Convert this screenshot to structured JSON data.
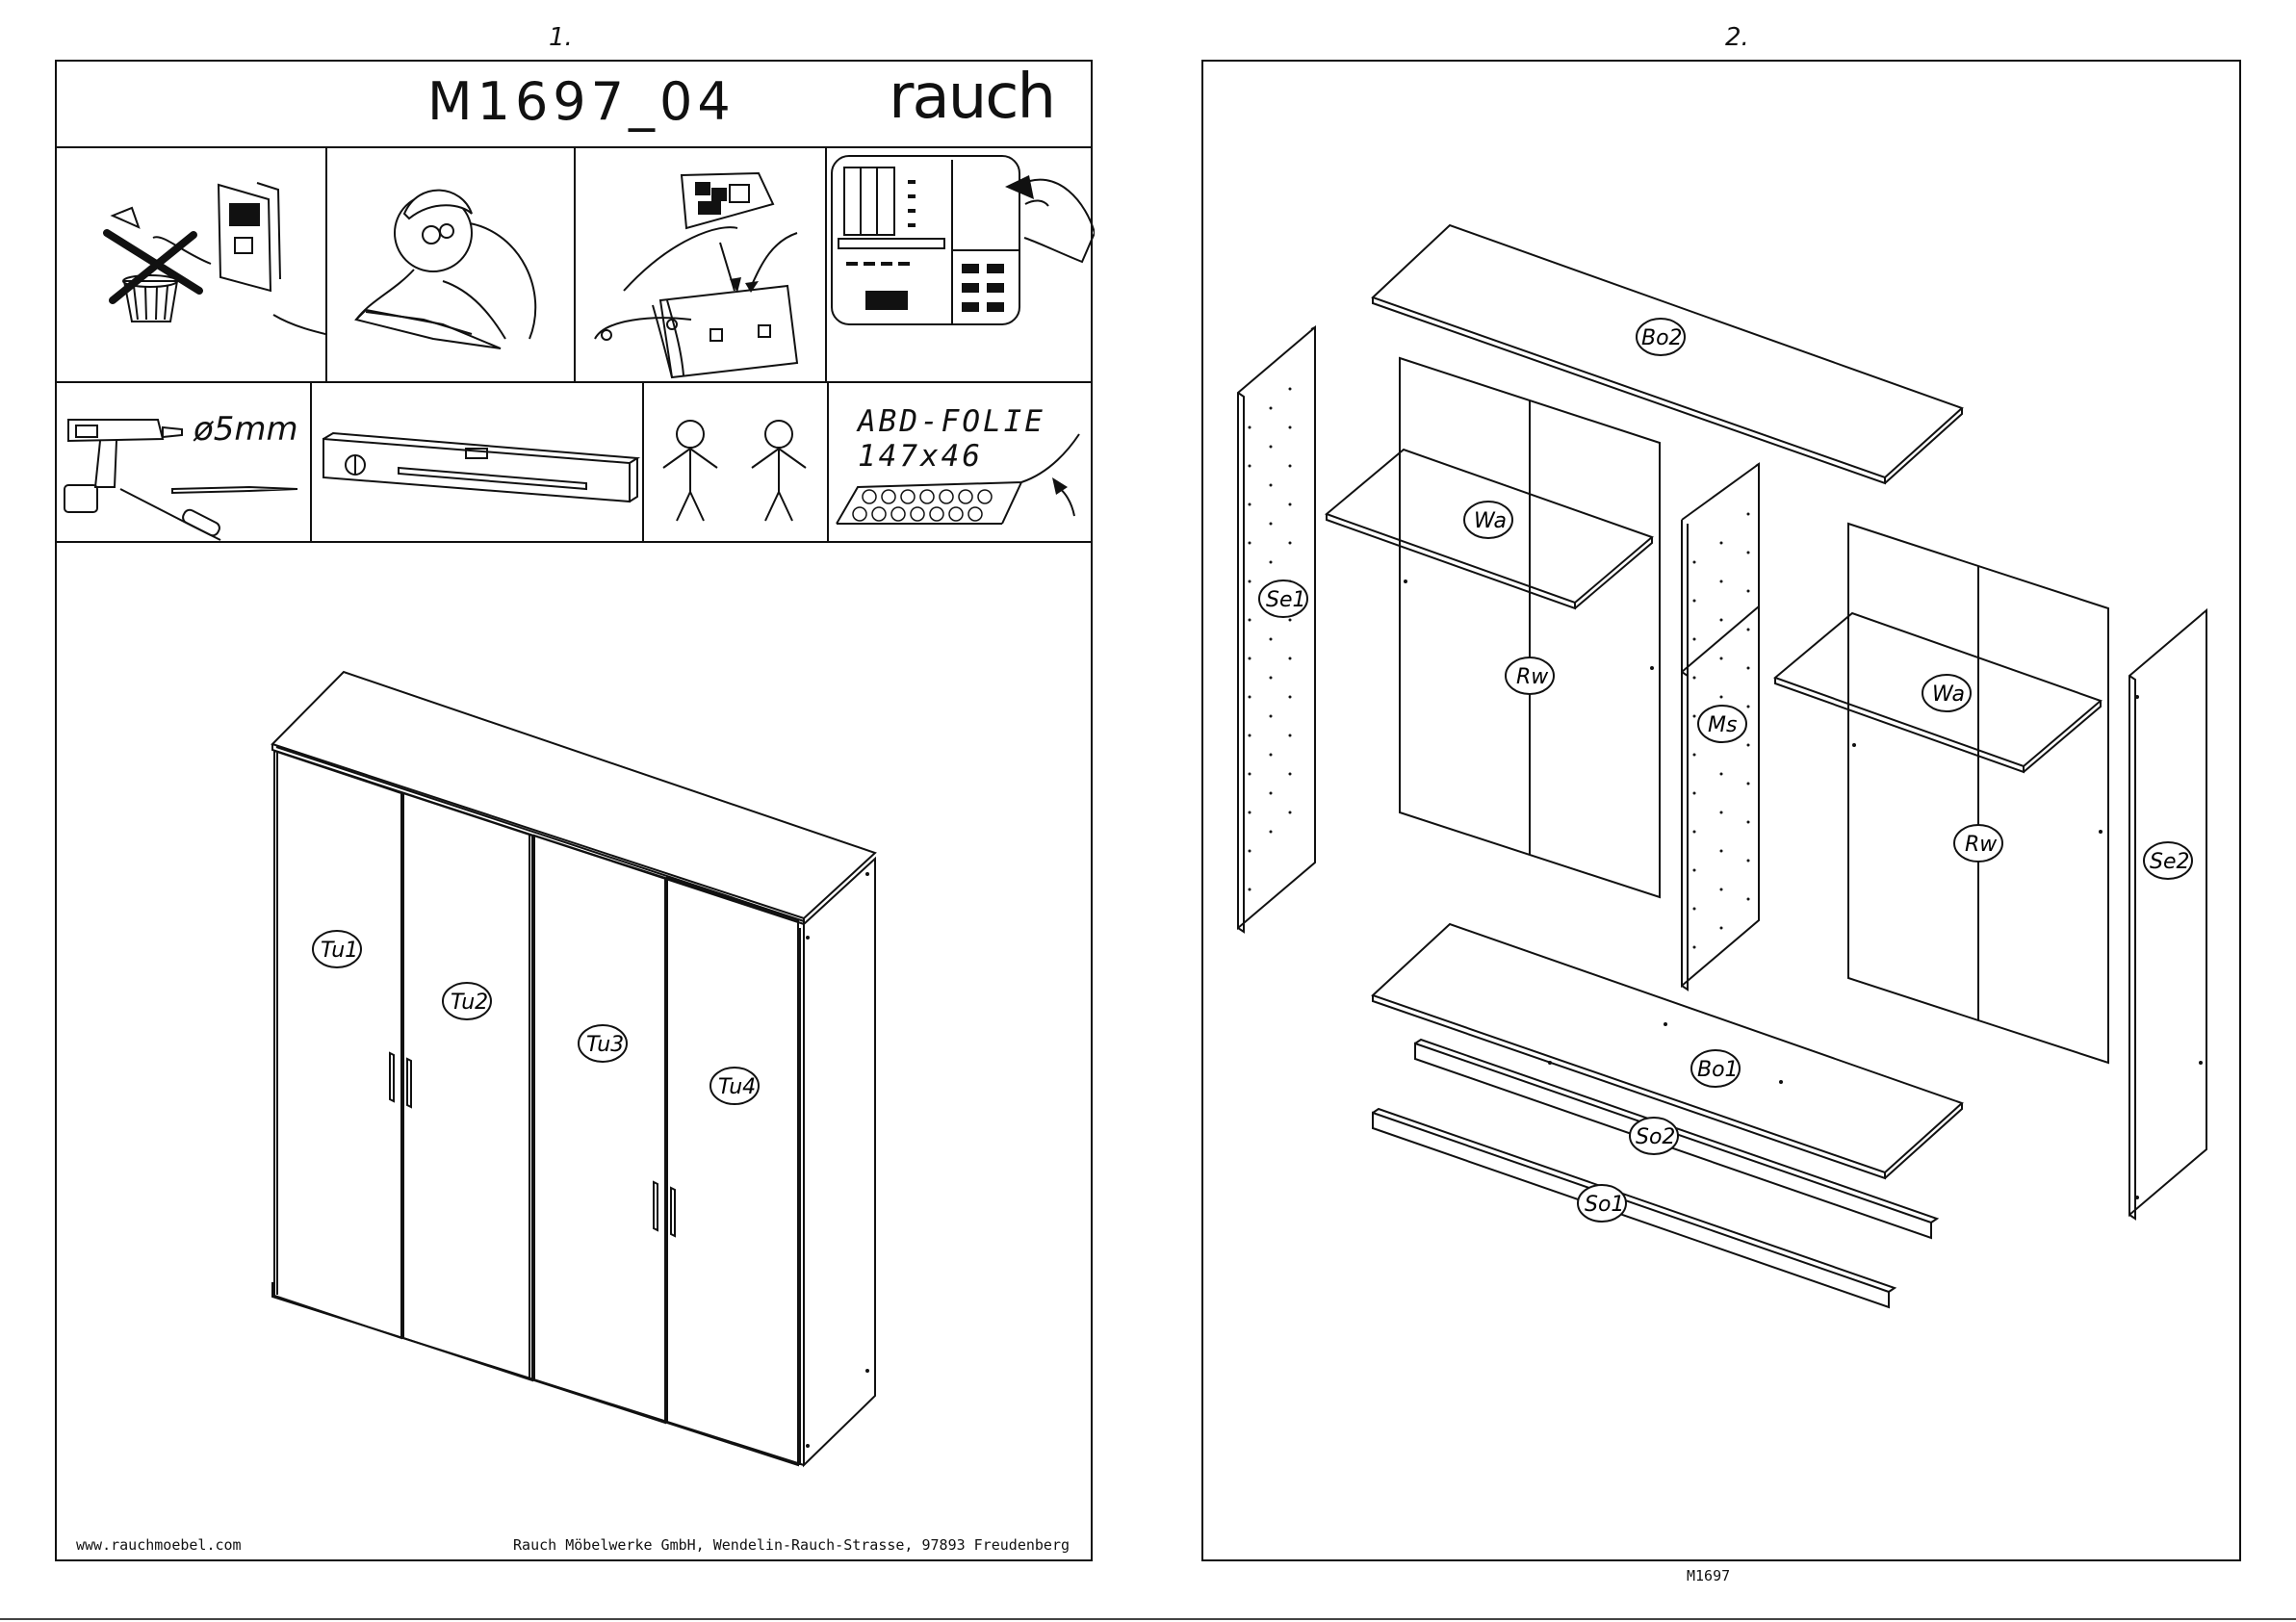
{
  "page_numbers": [
    "1.",
    "2."
  ],
  "sheet1": {
    "model_code": "M1697_04",
    "brand": "rauch",
    "tools": {
      "drill_size": "ø5mm",
      "foil_label_line1": "ABD-FOLIE",
      "foil_label_line2": "147x46"
    },
    "door_labels": [
      "Tu1",
      "Tu2",
      "Tu3",
      "Tu4"
    ],
    "footer_website": "www.rauchmoebel.com",
    "footer_address": "Rauch Möbelwerke GmbH, Wendelin-Rauch-Strasse, 97893 Freudenberg"
  },
  "sheet2": {
    "part_labels": {
      "bo2": "Bo2",
      "se1": "Se1",
      "wa_left": "Wa",
      "rw_left": "Rw",
      "ms": "Ms",
      "wa_right": "Wa",
      "rw_right": "Rw",
      "se2": "Se2",
      "bo1": "Bo1",
      "so2": "So2",
      "so1": "So1"
    },
    "bottom_code": "M1697"
  },
  "colors": {
    "ink": "#111111",
    "paper": "#ffffff"
  }
}
